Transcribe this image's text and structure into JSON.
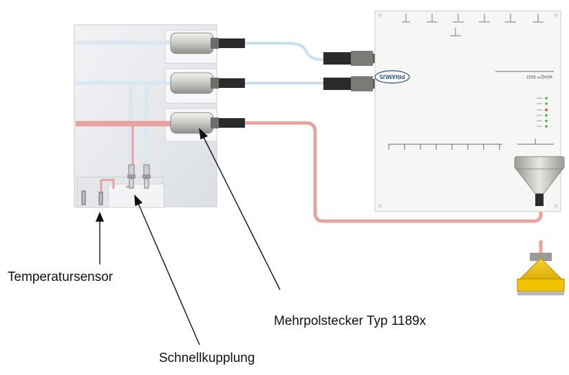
{
  "labels": {
    "temperature_sensor": "Temperatursensor",
    "quick_coupling": "Schnellkupplung",
    "multipole_connector": "Mehrpolstecker Typ 1189x"
  },
  "device": {
    "brand": "PRIAMUS",
    "model": "eDAQ™ 9102"
  },
  "colors": {
    "red_cable": "#e6a3a0",
    "blue_cable": "#c9dff0",
    "yellow_housing": "#f2c200",
    "device_body": "#f6f6f4"
  }
}
